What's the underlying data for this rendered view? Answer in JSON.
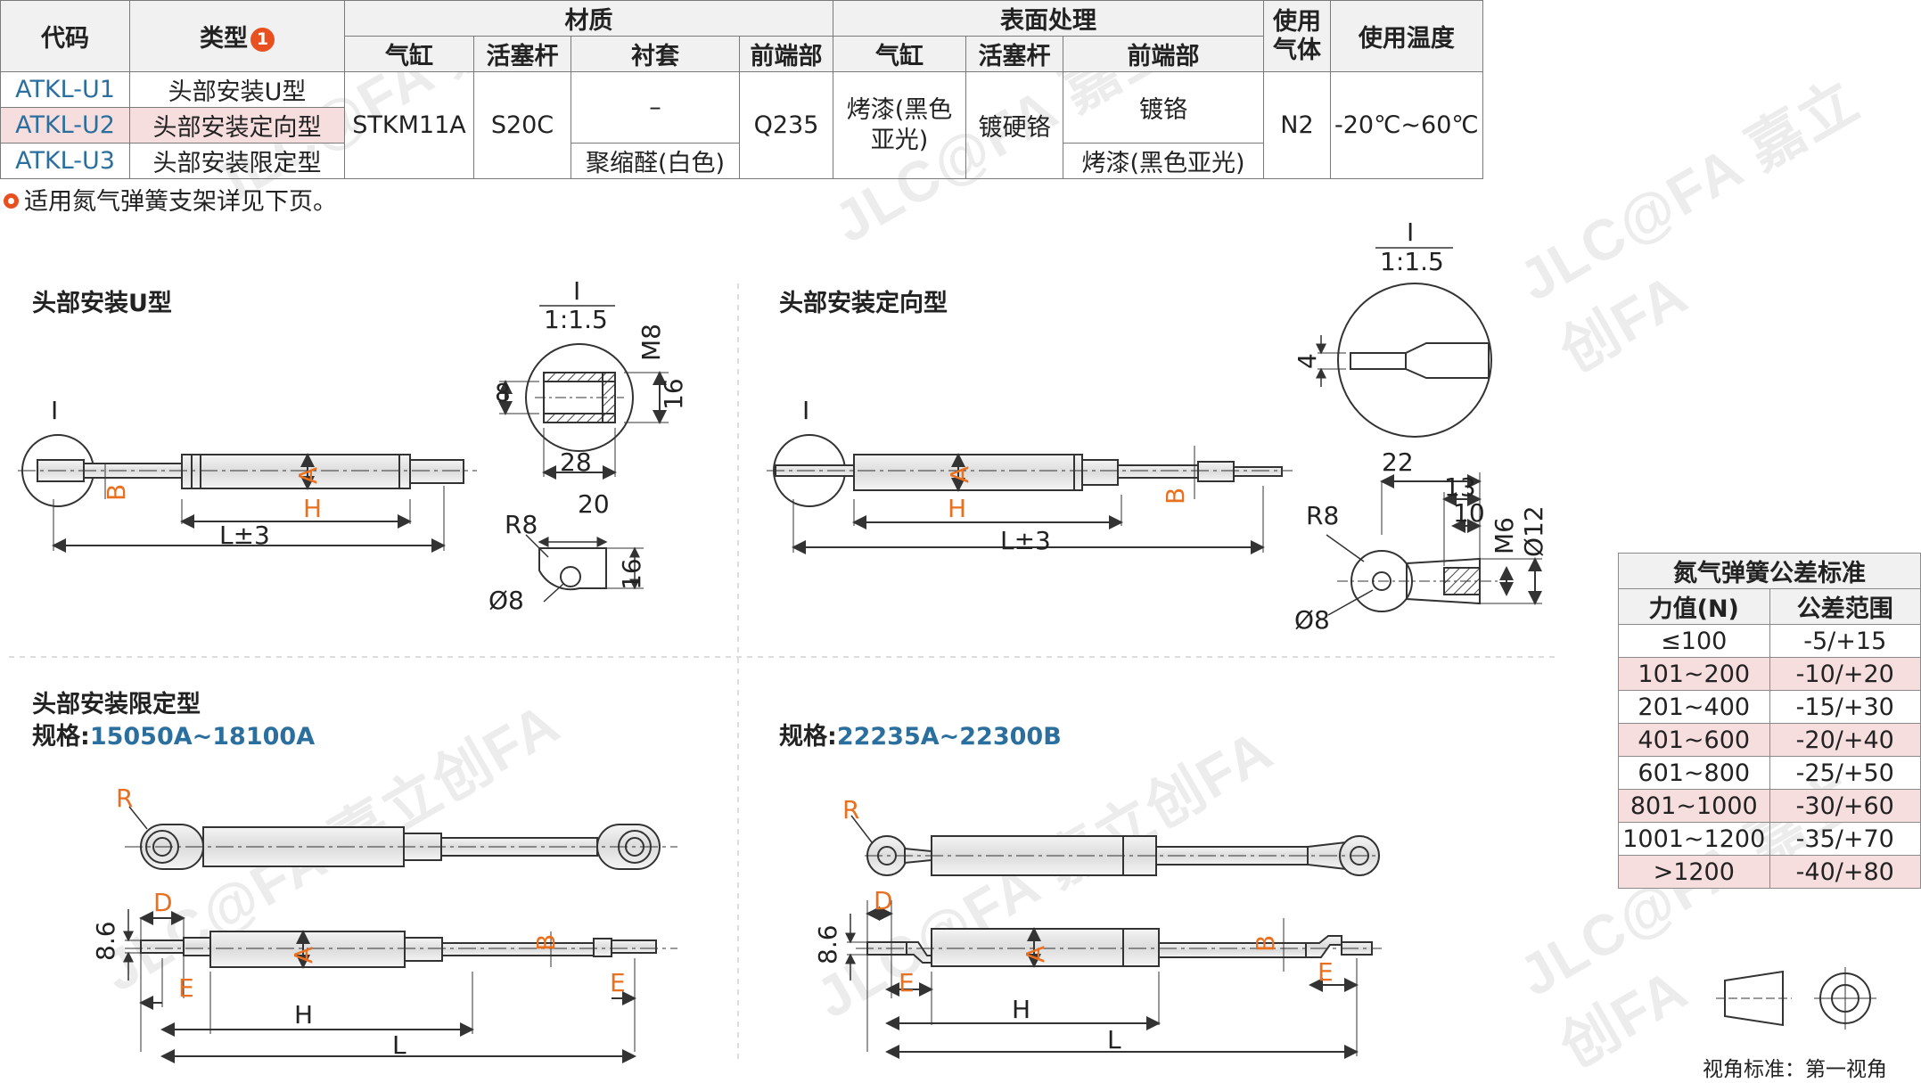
{
  "spec_table": {
    "header_code": "代码",
    "header_type": "类型",
    "header_type_badge": "1",
    "header_material": "材质",
    "header_surface": "表面处理",
    "header_gas": "使用气体",
    "header_temp": "使用温度",
    "sub_cylinder": "气缸",
    "sub_rod": "活塞杆",
    "sub_bushing": "衬套",
    "sub_front": "前端部",
    "sub_cylinder2": "气缸",
    "sub_rod2": "活塞杆",
    "sub_front2": "前端部",
    "rows": [
      {
        "code": "ATKL-U1",
        "type": "头部安装U型"
      },
      {
        "code": "ATKL-U2",
        "type": "头部安装定向型"
      },
      {
        "code": "ATKL-U3",
        "type": "头部安装限定型"
      }
    ],
    "mat_cylinder": "STKM11A",
    "mat_rod": "S20C",
    "mat_bushing_top": "–",
    "mat_bushing_bottom": "聚缩醛(白色)",
    "mat_front": "Q235",
    "surf_cylinder": "烤漆(黑色亚光)",
    "surf_rod": "镀硬铬",
    "surf_front_top": "镀铬",
    "surf_front_bottom": "烤漆(黑色亚光)",
    "gas": "N2",
    "temp": "-20℃~60℃"
  },
  "note": "适用氮气弹簧支架详见下页。",
  "sections": {
    "u_type": "头部安装U型",
    "orient_type": "头部安装定向型",
    "limit_type": "头部安装限定型",
    "spec_prefix": "规格:",
    "limit_spec1": "15050A~18100A",
    "limit_spec2": "22235A~22300B"
  },
  "dims": {
    "I": "I",
    "scale15": "1:1.5",
    "M8": "M8",
    "d8": "8",
    "d16": "16",
    "d28": "28",
    "R8": "R8",
    "d20": "20",
    "phi8": "Ø8",
    "A": "A",
    "B": "B",
    "H": "H",
    "L3": "L±3",
    "d4": "4",
    "d22": "22",
    "d13": "13",
    "d10": "10",
    "M6": "M6",
    "phi12": "Ø12",
    "R": "R",
    "D": "D",
    "E": "E",
    "L": "L",
    "d86": "8.6"
  },
  "tolerance": {
    "title": "氮气弹簧公差标准",
    "col_force": "力值(N)",
    "col_range": "公差范围",
    "rows": [
      {
        "force": "≤100",
        "range": "-5/+15"
      },
      {
        "force": "101~200",
        "range": "-10/+20"
      },
      {
        "force": "201~400",
        "range": "-15/+30"
      },
      {
        "force": "401~600",
        "range": "-20/+40"
      },
      {
        "force": "601~800",
        "range": "-25/+50"
      },
      {
        "force": "801~1000",
        "range": "-30/+60"
      },
      {
        "force": "1001~1200",
        "range": "-35/+70"
      },
      {
        "force": ">1200",
        "range": "-40/+80"
      }
    ]
  },
  "view_standard": "视角标准：第一视角",
  "watermark": "JLC@FA 嘉立创FA",
  "colors": {
    "code_blue": "#2a6f9e",
    "accent_orange": "#e8501f",
    "row_pink": "#f7dede"
  }
}
